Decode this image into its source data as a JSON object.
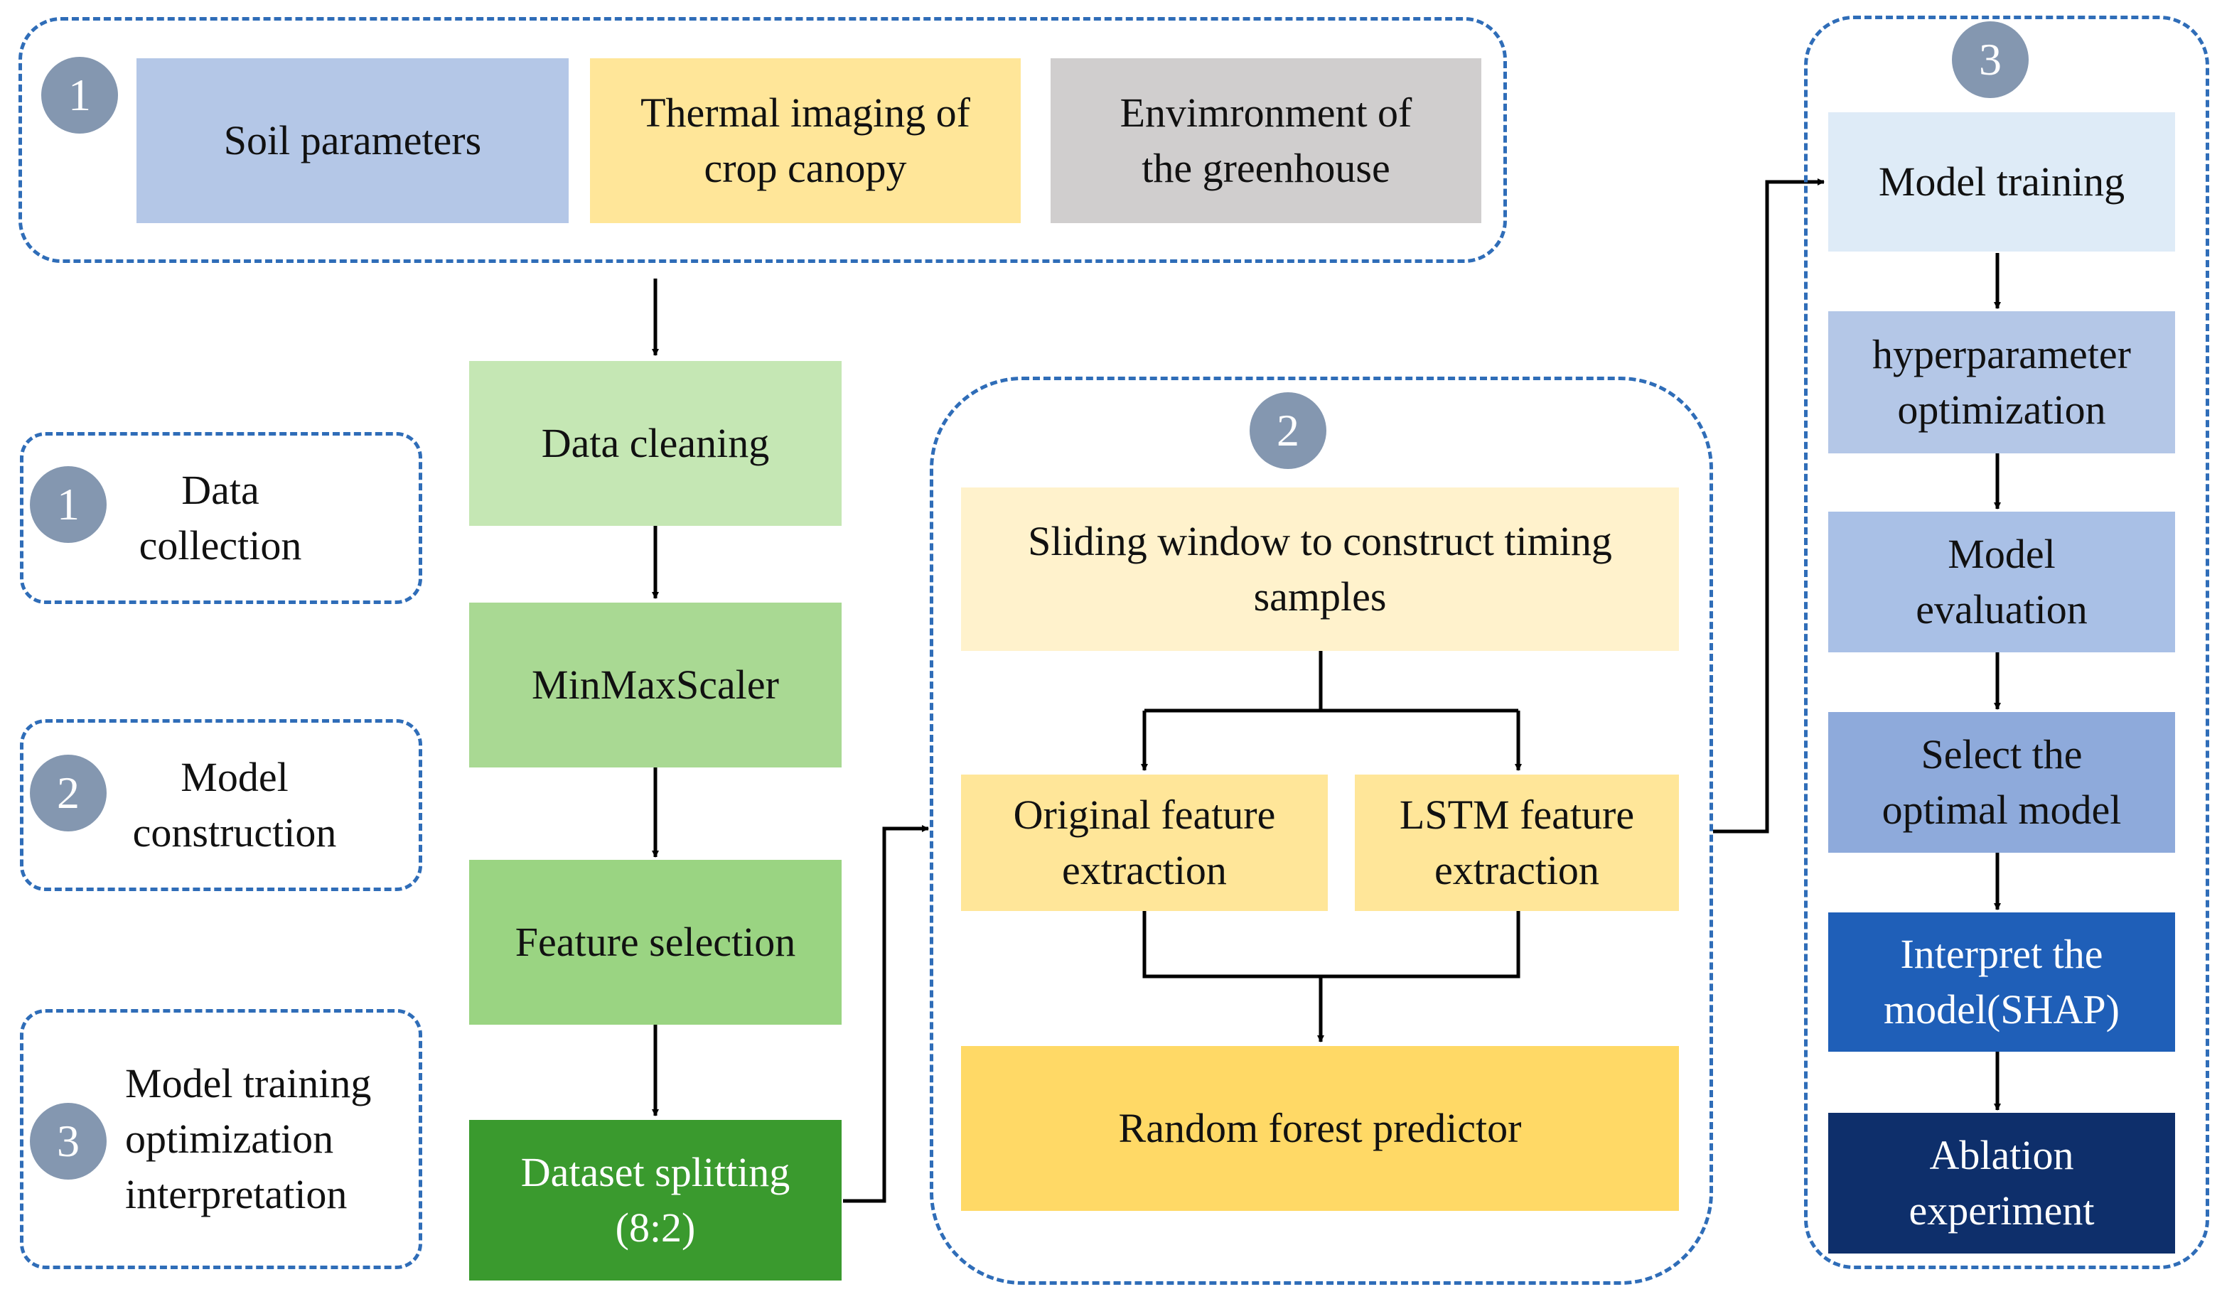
{
  "colors": {
    "dash": "#2f6db8",
    "badge": "#8497b0",
    "arrow": "#000000"
  },
  "badges": {
    "one": "1",
    "two": "2",
    "three": "3"
  },
  "inputs": {
    "soil": "Soil parameters",
    "thermal": "Thermal imaging of\ncrop canopy",
    "environment": "Envimronment of\nthe greenhouse"
  },
  "legend": {
    "item1": "Data\ncollection",
    "item2": "Model\nconstruction",
    "item3": "Model training\noptimization\ninterpretation"
  },
  "pipeline": {
    "cleaning": "Data cleaning",
    "scaler": "MinMaxScaler",
    "selection": "Feature selection",
    "splitting": "Dataset splitting\n(8:2)"
  },
  "construction": {
    "sliding": "Sliding window to construct timing\nsamples",
    "original": "Original feature\nextraction",
    "lstm": "LSTM feature\nextraction",
    "rf": "Random forest predictor"
  },
  "training": {
    "train": "Model training",
    "hyper": "hyperparameter\noptimization",
    "eval": "Model\nevaluation",
    "select": "Select the\noptimal model",
    "interpret": "Interpret the\nmodel(SHAP)",
    "ablation": "Ablation\nexperiment"
  }
}
